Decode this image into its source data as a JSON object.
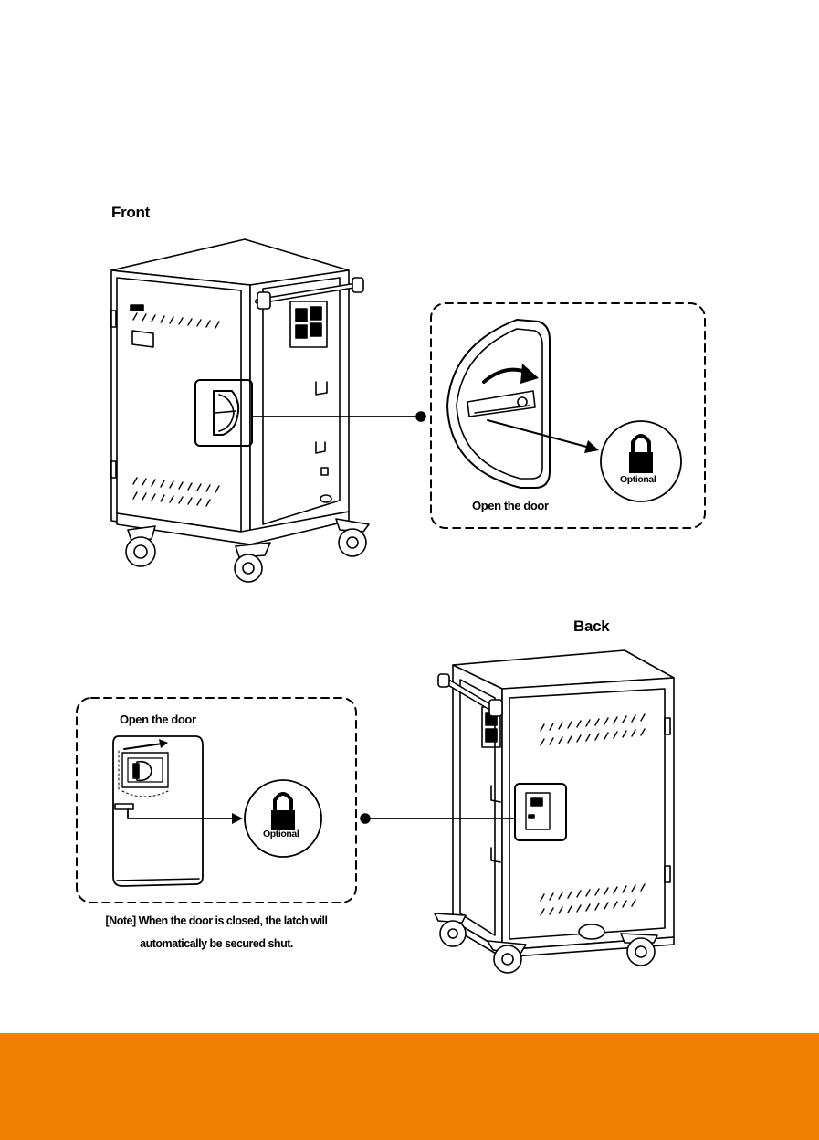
{
  "front": {
    "heading": "Front",
    "callout_label": "Open the door",
    "lock_label": "Optional"
  },
  "back": {
    "heading": "Back",
    "callout_label": "Open the door",
    "lock_label": "Optional",
    "note_line1": "[Note] When the door is closed, the latch will",
    "note_line2": "automatically be secured shut."
  },
  "colors": {
    "footer_band": "#ef8200",
    "line": "#000000"
  },
  "icons": [
    "padlock-icon",
    "rotate-arrow-icon"
  ]
}
